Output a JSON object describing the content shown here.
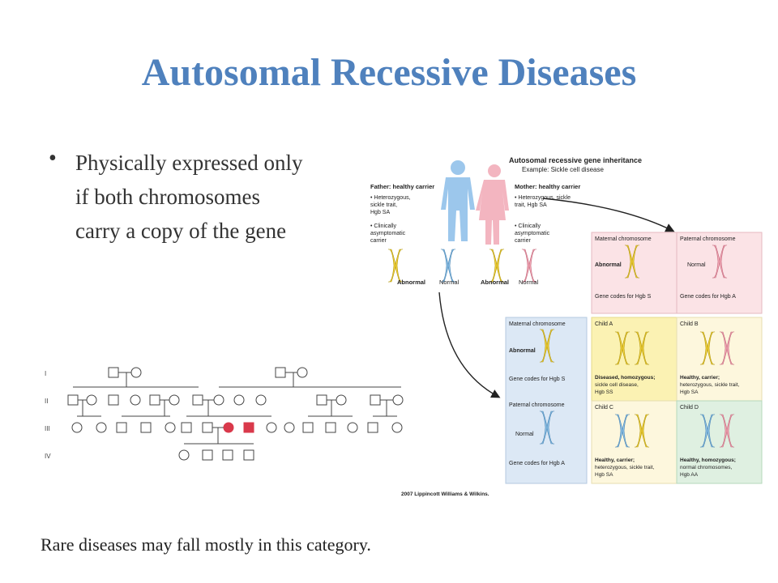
{
  "slide": {
    "title": "Autosomal Recessive Diseases",
    "bullet_lines": [
      "Physically expressed only",
      "if  both chromosomes",
      "carry a copy of  the gene"
    ],
    "footer": "Rare diseases may fall mostly in this category."
  },
  "figure": {
    "heading": "Autosomal recessive gene inheritance",
    "subheading": "Example: Sickle cell disease",
    "father_title": "Father: healthy carrier",
    "father_bullets": [
      "• Heterozygous,",
      "  sickle trait,",
      "  Hgb SA",
      "• Clinically",
      "  asymptomatic",
      "  carrier"
    ],
    "mother_title": "Mother: healthy carrier",
    "mother_bullets": [
      "• Heterozygous, sickle",
      "  trait, Hgb SA",
      "• Clinically",
      "  asymptomatic",
      "  carrier"
    ],
    "abnormal": "Abnormal",
    "normal": "Normal",
    "maternal_chromosome": "Maternal chromosome",
    "paternal_chromosome": "Paternal chromosome",
    "gene_codes_s": "Gene codes for Hgb S",
    "gene_codes_a": "Gene codes for Hgb A",
    "child_a": "Child A",
    "child_a_status": "Diseased, homozygous;",
    "child_a_desc": [
      "sickle cell disease,",
      "Hgb SS"
    ],
    "child_b": "Child B",
    "child_b_status": "Healthy, carrier;",
    "child_b_desc": [
      "heterozygous, sickle trait,",
      "Hgb SA"
    ],
    "child_c": "Child C",
    "child_c_status": "Healthy, carrier;",
    "child_c_desc": [
      "heterozygous, sickle trait,",
      "Hgb SA"
    ],
    "child_d": "Child D",
    "child_d_status": "Healthy, homozygous;",
    "child_d_desc": [
      "normal chromosomes,",
      "Hgb AA"
    ],
    "copyright": "2007 Lippincott Williams & Wilkins."
  },
  "pedigree": {
    "generations": [
      "I",
      "II",
      "III",
      "IV"
    ],
    "affected_color": "#d9394b"
  },
  "colors": {
    "title": "#4f81bd",
    "abnormal_chrom": "#f2d23a",
    "normal_chrom": "#8fc3e8",
    "pink_chrom": "#f3a9b7"
  }
}
